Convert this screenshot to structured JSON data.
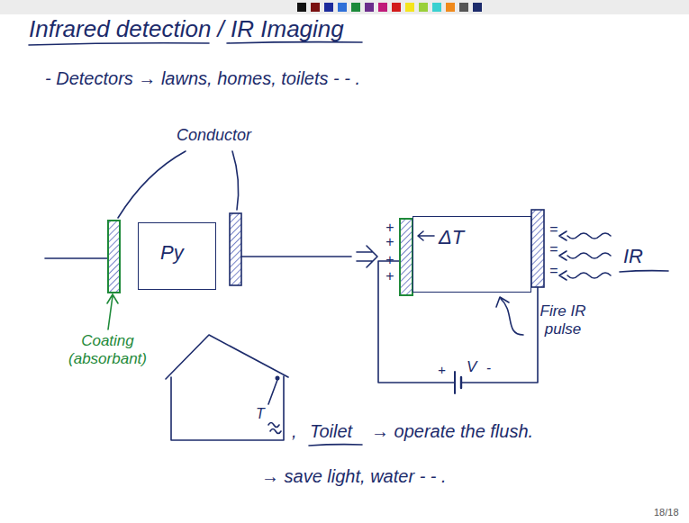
{
  "diagram": {
    "title": "Infrared detection / IR Imaging",
    "nodes": [
      {
        "text": [
          "Py"
        ]
      },
      {
        "text": [
          "ΔT"
        ]
      }
    ],
    "labels": [
      "- Detectors → lawns, homes, toilets - - .",
      "Conductor",
      "Coating (absorbant)",
      "+",
      "+",
      "+",
      "+",
      "=",
      "=",
      "=",
      "IR",
      "Fire IR pulse",
      "+",
      "V",
      "-",
      "T",
      ",",
      "Toilet",
      "→ operate the flush.",
      "→ save light, water - - .",
      "18/18"
    ]
  }
}
